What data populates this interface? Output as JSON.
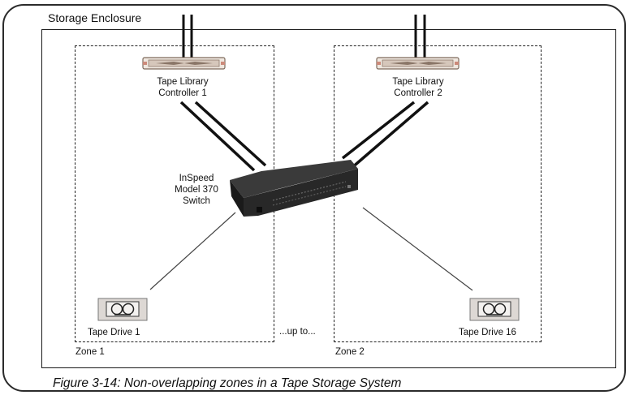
{
  "diagram": {
    "enclosure_label": "Storage Enclosure",
    "controller_1": {
      "line1": "Tape Library",
      "line2": "Controller 1"
    },
    "controller_2": {
      "line1": "Tape Library",
      "line2": "Controller 2"
    },
    "switch": {
      "line1": "InSpeed",
      "line2": "Model 370",
      "line3": "Switch"
    },
    "drive_1": "Tape Drive 1",
    "drive_16": "Tape Drive 16",
    "ellipsis": "...up to...",
    "zone_1": "Zone 1",
    "zone_2": "Zone 2"
  },
  "caption": "Figure 3-14: Non-overlapping zones in a Tape Storage System"
}
